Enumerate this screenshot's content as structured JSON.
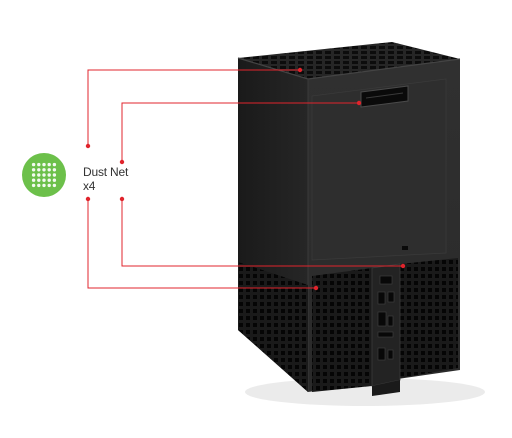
{
  "callout": {
    "title": "Dust Net",
    "quantity": "x4"
  },
  "icons": {
    "filter": "dust-filter-icon",
    "console": "console-product-image"
  },
  "colors": {
    "leader_line": "#e0242c",
    "filter_icon": "#6cc04a",
    "console_body": "#2a2a2a",
    "console_side": "#1f1f1f",
    "mesh": "#111111",
    "text": "#333333",
    "background": "#ffffff"
  }
}
